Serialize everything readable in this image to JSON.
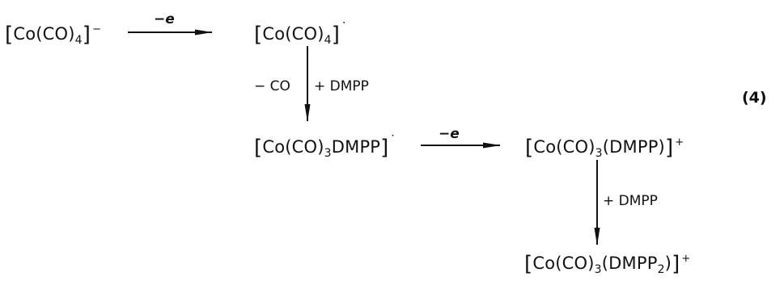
{
  "species": {
    "s1": {
      "bl": "[",
      "core": "Co(CO)",
      "sub": "4",
      "br": "]",
      "sup": "−",
      "dot": ""
    },
    "s2": {
      "bl": "[",
      "core": "Co(CO)",
      "sub": "4",
      "br": "]",
      "sup": "",
      "dot": "˙"
    },
    "s3": {
      "bl": "[",
      "core": "Co(CO)",
      "sub": "3",
      "tail": "DMPP",
      "br": "]",
      "sup": "",
      "dot": "˙"
    },
    "s4": {
      "bl": "[",
      "core": "Co(CO)",
      "sub": "3",
      "tail": "(DMPP)",
      "br": "]",
      "sup": "+"
    },
    "s5": {
      "bl": "[",
      "core": "Co(CO)",
      "sub": "3",
      "tail": "(DMPP",
      "sub2": "2",
      "tail2": ")",
      "br": "]",
      "sup": "+"
    }
  },
  "arrows": {
    "a1_label": "−e",
    "a2_left_label": "− CO",
    "a2_right_label": "+ DMPP",
    "a3_label": "−e",
    "a4_label": "+ DMPP"
  },
  "equation_number": "(4)"
}
